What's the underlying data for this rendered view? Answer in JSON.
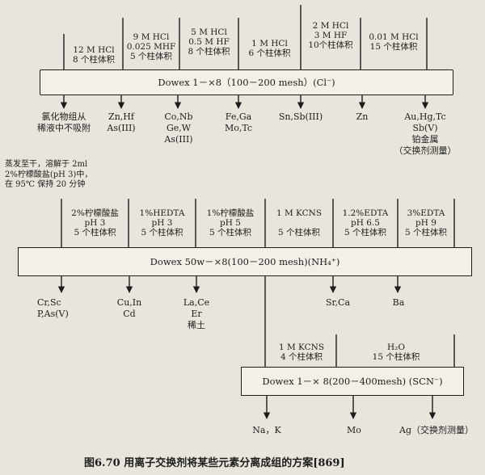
{
  "stage1": {
    "eluents": [
      {
        "l1": "12 M HCl",
        "l2": "8 个柱体积"
      },
      {
        "l1": "9 M HCl",
        "l2": "0.025 MHF",
        "l3": "5 个柱体积"
      },
      {
        "l1": "5 M HCl",
        "l2": "0.5 M HF",
        "l3": "8 个柱体积"
      },
      {
        "l1": "1 M HCl",
        "l2": "6 个柱体积"
      },
      {
        "l1": "2 M HCl",
        "l2": "3 M HF",
        "l3": "10个柱体积"
      },
      {
        "l1": "0.01 M HCl",
        "l2": "15 个柱体积"
      }
    ],
    "column_label": "Dowex  1－×8（100－200 mesh）(Cl⁻)",
    "fractions": [
      {
        "l1": "氯化物组从",
        "l2": "稀液中不吸附"
      },
      {
        "l1": "Zn,Hf",
        "l2": "As(III)"
      },
      {
        "l1": "Co,Nb",
        "l2": "Ge,W",
        "l3": "As(III)"
      },
      {
        "l1": "Fe,Ga",
        "l2": "Mo,Tc"
      },
      {
        "l1": "Sn,Sb(III)"
      },
      {
        "l1": "Zn"
      },
      {
        "l1": "Au,Hg,Tc",
        "l2": "Sb(V)",
        "l3": "铂金属",
        "l4": "（交换剂测量）"
      }
    ]
  },
  "intermediate": {
    "l1": "蒸发至干，溶解于 2ml",
    "l2": "2%柠檬酸盐(pH 3)中，",
    "l3": "在 95℃ 保持 20 分钟"
  },
  "stage2": {
    "eluents": [
      {
        "l1": "2%柠檬酸盐",
        "l2": "pH 3",
        "l3": "5 个柱体积"
      },
      {
        "l1": "1%HEDTA",
        "l2": "pH 3",
        "l3": "5 个柱体积"
      },
      {
        "l1": "1%柠檬酸盐",
        "l2": "pH 5",
        "l3": "5 个柱体积"
      },
      {
        "l1": "1 M KCNS",
        "l2": "",
        "l3": "5 个柱体积"
      },
      {
        "l1": "1.2%EDTA",
        "l2": "pH 6.5",
        "l3": "5 个柱体积"
      },
      {
        "l1": "3%EDTA",
        "l2": "pH 9",
        "l3": "5 个柱体积"
      }
    ],
    "column_label": "Dowex 50w－×8(100－200 mesh)(NH₄⁺)",
    "fractions": [
      {
        "l1": "Cr,Sc",
        "l2": "P,As(V)"
      },
      {
        "l1": "Cu,In",
        "l2": "Cd"
      },
      {
        "l1": "La,Ce",
        "l2": "Er",
        "l3": "稀土"
      },
      {
        "l1": "Sr,Ca"
      },
      {
        "l1": "Ba"
      }
    ]
  },
  "stage3": {
    "eluents": [
      {
        "l1": "1 M KCNS",
        "l2": "4 个柱体积"
      },
      {
        "l1": "H₂O",
        "l2": "15 个柱体积"
      }
    ],
    "column_label": "Dowex  1－× 8(200－400mesh)  (SCN⁻)",
    "fractions": [
      {
        "l1": "Na，K"
      },
      {
        "l1": "Mo"
      },
      {
        "l1": "Ag（交换剂测量）"
      }
    ]
  },
  "caption": "图6.70  用离子交换剂将某些元素分离成组的方案[869]"
}
